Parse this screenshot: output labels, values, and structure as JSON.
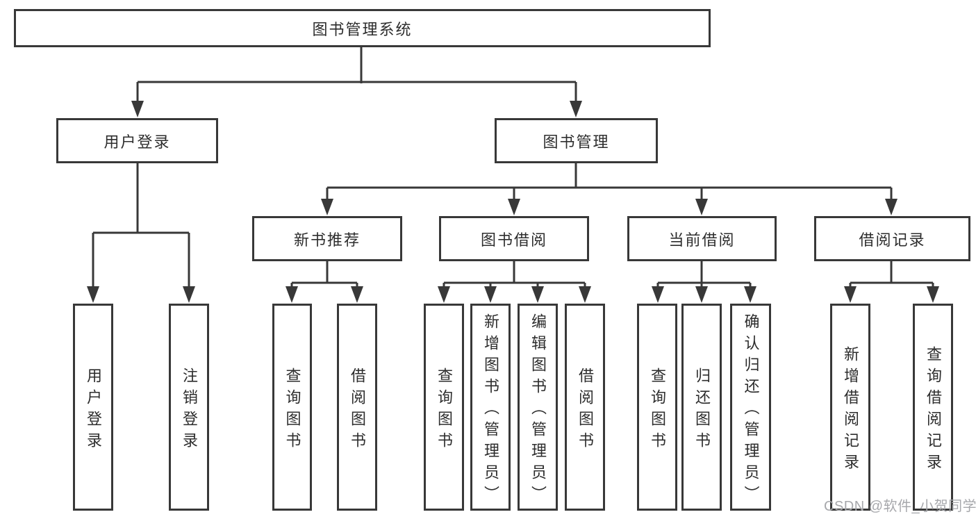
{
  "diagram_type": "hierarchy-tree",
  "colors": {
    "background": "#ffffff",
    "line": "#383838",
    "box_border": "#383838",
    "text": "#2d2d2d",
    "watermark": "#a7a8ac"
  },
  "watermark": "CSDN @软件_小贺同学",
  "tree": {
    "label": "图书管理系统",
    "children": [
      {
        "label": "用户登录",
        "children": [
          {
            "label": "用户登录"
          },
          {
            "label": "注销登录"
          }
        ]
      },
      {
        "label": "图书管理",
        "children": [
          {
            "label": "新书推荐",
            "children": [
              {
                "label": "查询图书"
              },
              {
                "label": "借阅图书"
              }
            ]
          },
          {
            "label": "图书借阅",
            "children": [
              {
                "label": "查询图书"
              },
              {
                "label": "新增图书（管理员）"
              },
              {
                "label": "编辑图书（管理员）"
              },
              {
                "label": "借阅图书"
              }
            ]
          },
          {
            "label": "当前借阅",
            "children": [
              {
                "label": "查询图书"
              },
              {
                "label": "归还图书"
              },
              {
                "label": "确认归还（管理员）"
              }
            ]
          },
          {
            "label": "借阅记录",
            "children": [
              {
                "label": "新增借阅记录"
              },
              {
                "label": "查询借阅记录"
              }
            ]
          }
        ]
      }
    ]
  }
}
